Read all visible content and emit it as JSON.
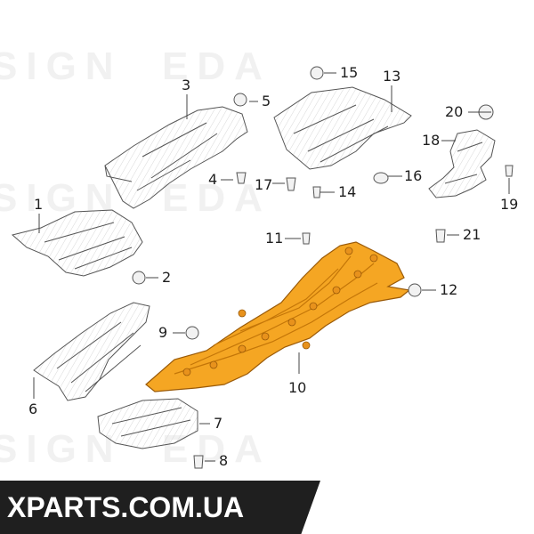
{
  "diagram": {
    "watermark_texts": [
      "SIGN",
      "EDA",
      "SIGN",
      "EDA",
      "SIGN",
      "EDA"
    ],
    "highlight_color": "#f5a623",
    "highlight_outline": "#b86a0a",
    "line_color": "#555555",
    "callouts": [
      {
        "id": "1",
        "label": "1"
      },
      {
        "id": "2",
        "label": "2"
      },
      {
        "id": "3",
        "label": "3"
      },
      {
        "id": "4",
        "label": "4"
      },
      {
        "id": "5",
        "label": "5"
      },
      {
        "id": "6",
        "label": "6"
      },
      {
        "id": "7",
        "label": "7"
      },
      {
        "id": "8",
        "label": "8"
      },
      {
        "id": "9",
        "label": "9"
      },
      {
        "id": "10",
        "label": "10"
      },
      {
        "id": "11",
        "label": "11"
      },
      {
        "id": "12",
        "label": "12"
      },
      {
        "id": "13",
        "label": "13"
      },
      {
        "id": "14",
        "label": "14"
      },
      {
        "id": "15",
        "label": "15"
      },
      {
        "id": "16",
        "label": "16"
      },
      {
        "id": "17",
        "label": "17"
      },
      {
        "id": "18",
        "label": "18"
      },
      {
        "id": "19",
        "label": "19"
      },
      {
        "id": "20",
        "label": "20"
      },
      {
        "id": "21",
        "label": "21"
      }
    ]
  },
  "banner": {
    "text": "XPARTS.COM.UA"
  }
}
